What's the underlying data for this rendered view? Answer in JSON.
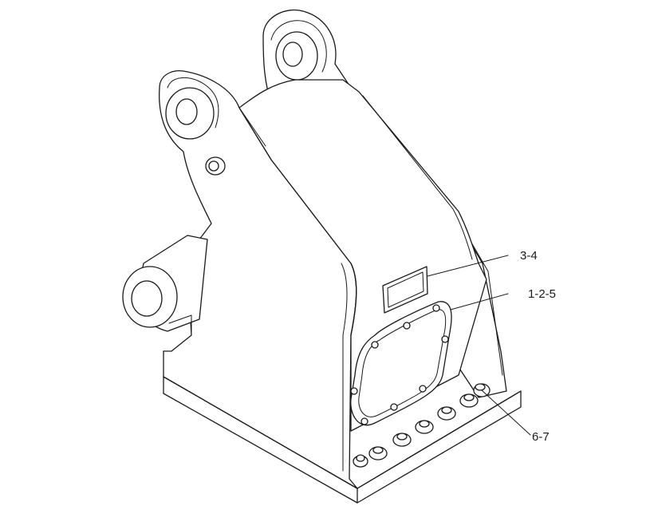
{
  "callouts": [
    {
      "id": "callout-3-4",
      "text": "3-4"
    },
    {
      "id": "callout-1-2-5",
      "text": "1-2-5"
    },
    {
      "id": "callout-6-7",
      "text": "6-7"
    }
  ],
  "colors": {
    "line": "#1a1a1a",
    "background": "#ffffff"
  }
}
